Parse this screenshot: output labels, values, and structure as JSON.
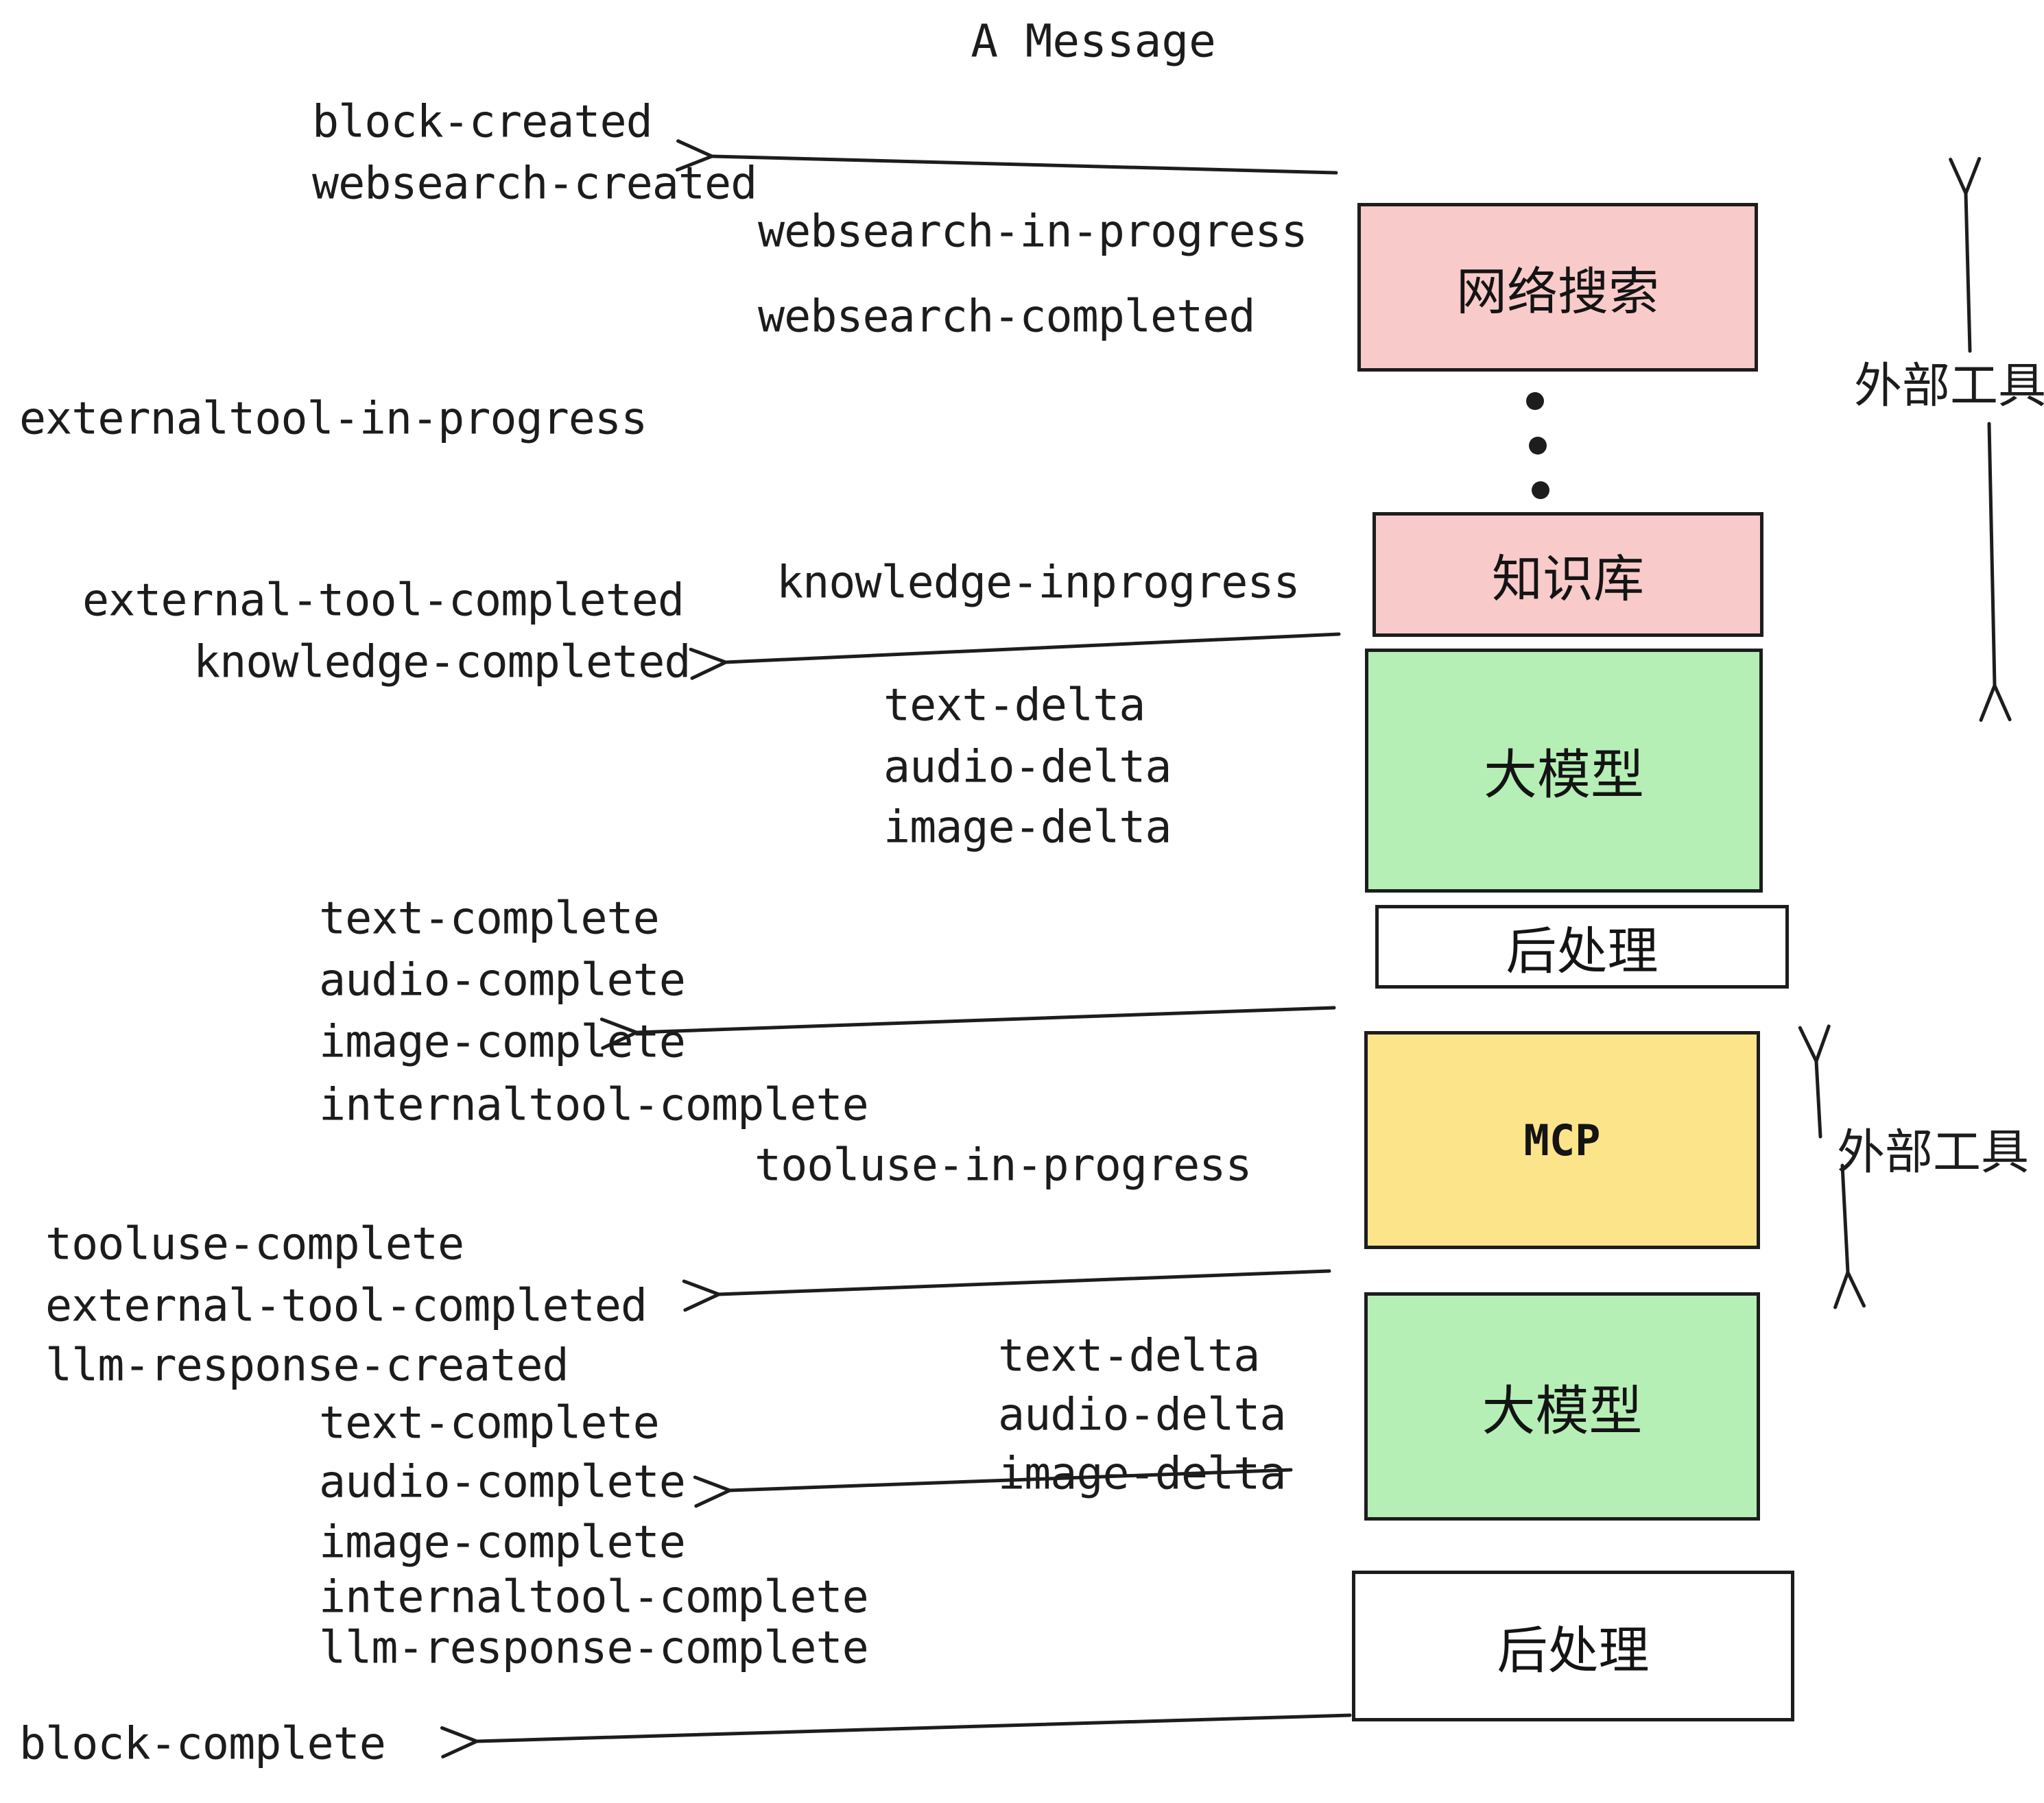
{
  "title": "A Message",
  "events": {
    "block_created": "block-created",
    "websearch_created": "websearch-created",
    "websearch_in_progress": "websearch-in-progress",
    "websearch_completed": "websearch-completed",
    "externaltool_in_progress": "externaltool-in-progress",
    "knowledge_inprogress": "knowledge-inprogress",
    "external_tool_completed_1": "external-tool-completed",
    "knowledge_completed": "knowledge-completed",
    "text_delta_1": "text-delta",
    "audio_delta_1": "audio-delta",
    "image_delta_1": "image-delta",
    "text_complete_1": "text-complete",
    "audio_complete_1": "audio-complete",
    "image_complete_1": "image-complete",
    "internaltool_complete_1": "internaltool-complete",
    "tooluse_in_progress": "tooluse-in-progress",
    "tooluse_complete": "tooluse-complete",
    "external_tool_completed_2": "external-tool-completed",
    "llm_response_created": "llm-response-created",
    "text_complete_2": "text-complete",
    "audio_complete_2": "audio-complete",
    "image_complete_2": "image-complete",
    "internaltool_complete_2": "internaltool-complete",
    "llm_response_complete": "llm-response-complete",
    "text_delta_2": "text-delta",
    "audio_delta_2": "audio-delta",
    "image_delta_2": "image-delta",
    "block_complete": "block-complete"
  },
  "boxes": {
    "websearch": "网络搜索",
    "knowledge": "知识库",
    "llm1": "大模型",
    "post1": "后处理",
    "mcp": "MCP",
    "llm2": "大模型",
    "post2": "后处理"
  },
  "annotations": {
    "external_tools_1": "外部工具",
    "external_tools_2": "外部工具"
  },
  "colors": {
    "box_pink": "#f9caca",
    "box_green": "#b5efb5",
    "box_yellow": "#fbe489",
    "box_white": "#ffffff",
    "stroke": "#1d1d1d",
    "text": "#1c1c1c",
    "background": "#ffffff"
  }
}
